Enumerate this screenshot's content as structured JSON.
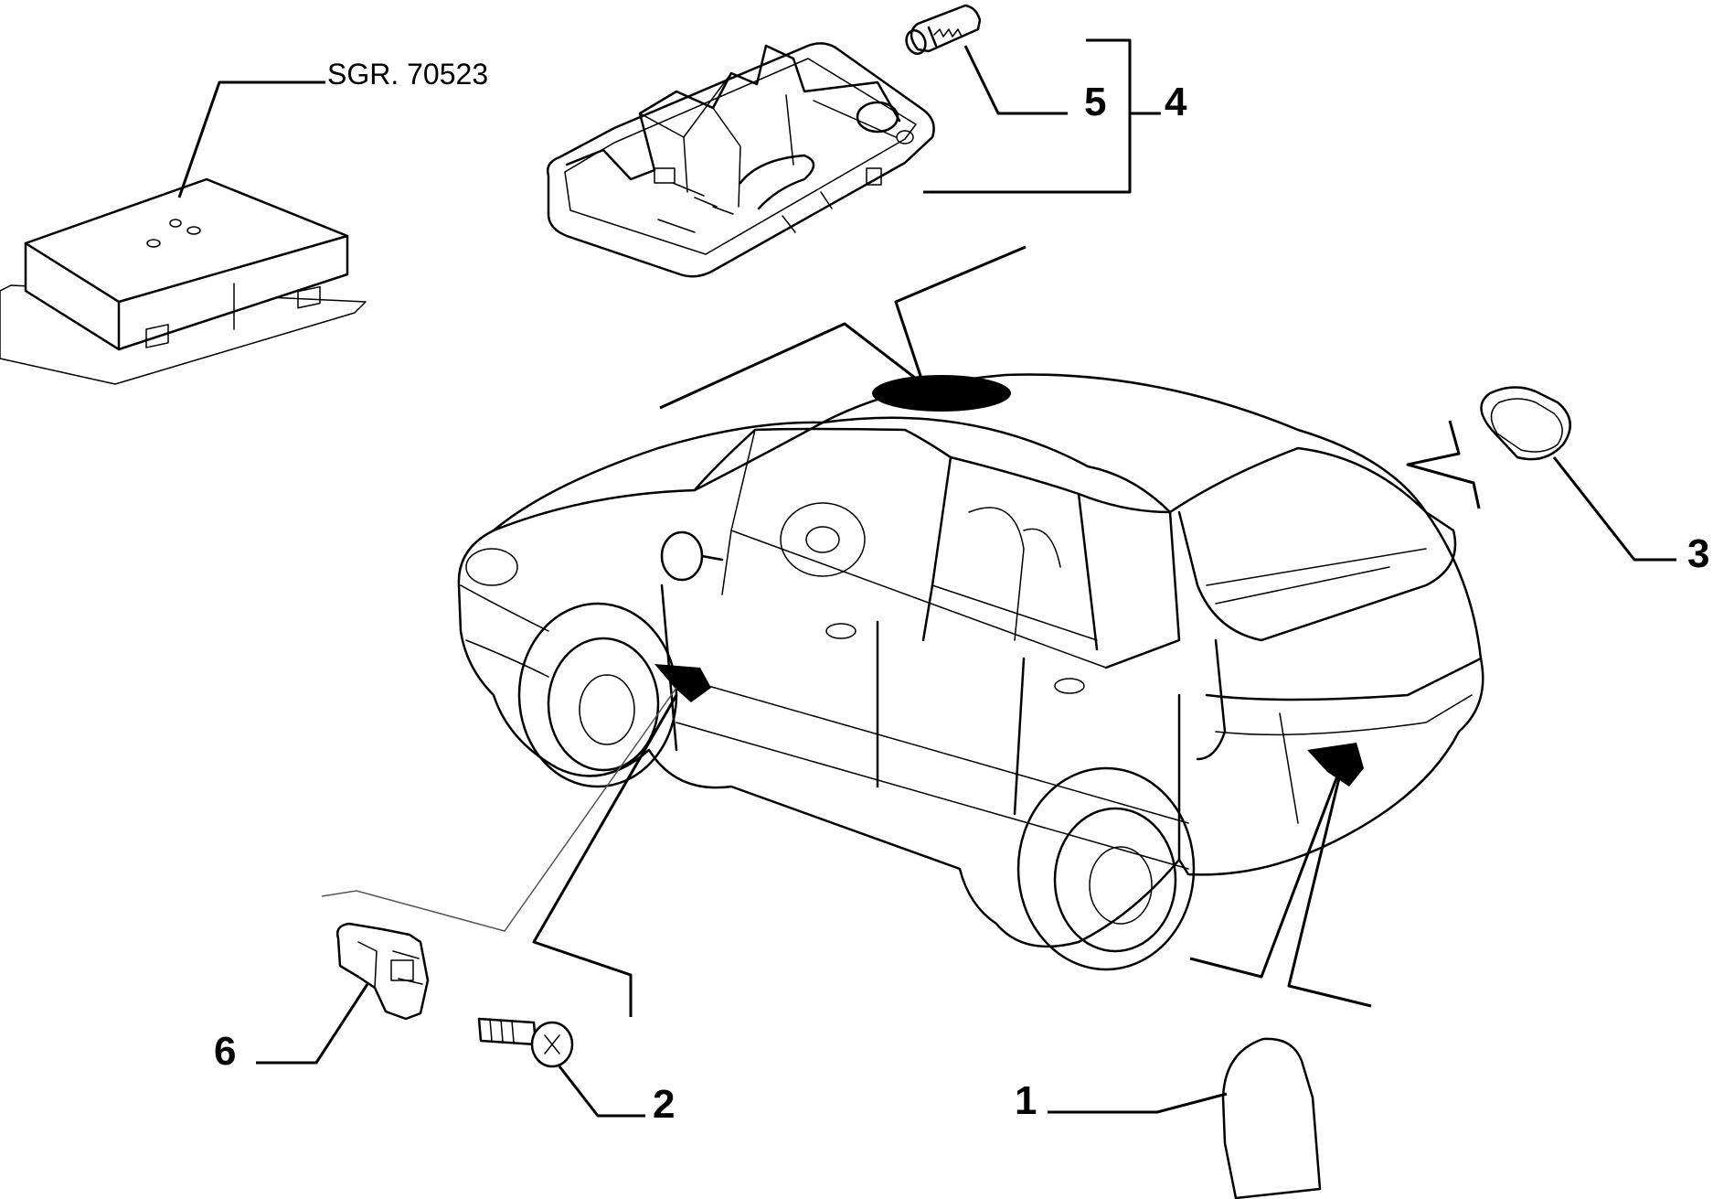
{
  "reference_label": "SGR. 70523",
  "callouts": [
    {
      "id": "1",
      "label": "1",
      "part": "cover"
    },
    {
      "id": "2",
      "label": "2",
      "part": "screw"
    },
    {
      "id": "3",
      "label": "3",
      "part": "lens-lamp"
    },
    {
      "id": "4",
      "label": "4",
      "part": "roof-lamp-assembly"
    },
    {
      "id": "5",
      "label": "5",
      "part": "bulb"
    },
    {
      "id": "6",
      "label": "6",
      "part": "door-switch"
    }
  ],
  "icons": {
    "cover": "cover-icon",
    "screw": "screw-icon",
    "lens": "lens-lamp-icon",
    "roof_lamp": "roof-lamp-icon",
    "bulb": "bulb-icon",
    "switch": "door-switch-icon",
    "control_unit": "control-unit-icon",
    "car": "car-icon"
  }
}
